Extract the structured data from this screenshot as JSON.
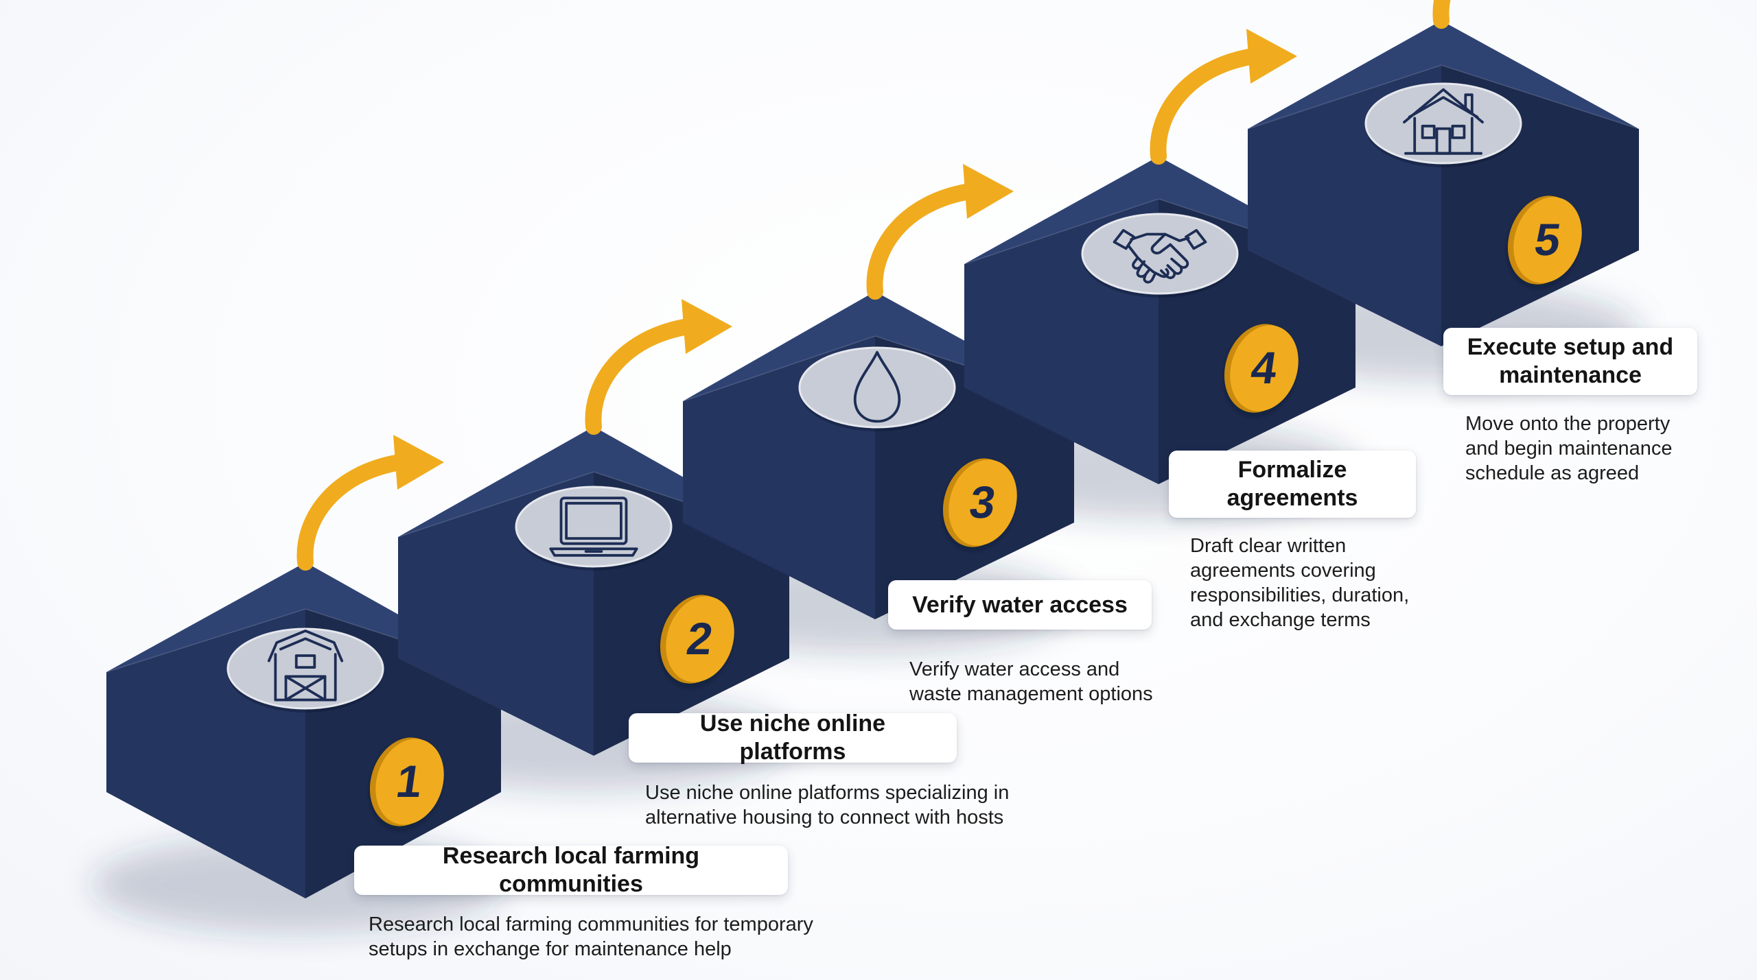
{
  "diagram": {
    "colors": {
      "block_top": "#2f4373",
      "block_left": "#24355f",
      "block_right": "#1c2a4d",
      "accent": "#f0ac1e",
      "icon_disc": "#c8ccd6",
      "icon_stroke": "#1d2d55"
    },
    "steps": [
      {
        "number": "1",
        "icon": "barn-icon",
        "title": "Research local farming communities",
        "description": "Research local farming communities for temporary\nsetups in exchange for maintenance help"
      },
      {
        "number": "2",
        "icon": "laptop-icon",
        "title": "Use niche online platforms",
        "description": "Use niche online platforms specializing in\nalternative housing to connect with hosts"
      },
      {
        "number": "3",
        "icon": "water-drop-icon",
        "title": "Verify water access",
        "description": "Verify water access and\nwaste management options"
      },
      {
        "number": "4",
        "icon": "handshake-icon",
        "title": "Formalize agreements",
        "description": "Draft clear written\nagreements covering\nresponsibilities, duration,\nand exchange terms"
      },
      {
        "number": "5",
        "icon": "house-icon",
        "title": "Execute setup and maintenance",
        "description": "Move onto the property\nand begin maintenance\nschedule as agreed"
      }
    ]
  }
}
